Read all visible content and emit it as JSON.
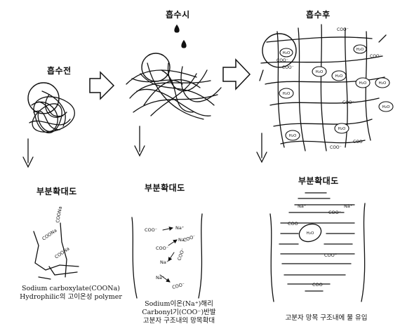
{
  "stages": {
    "before": "흡수전",
    "during": "흡수시",
    "after": "흡수후"
  },
  "detail_label": "부분확대도",
  "captions": {
    "left_line1": "Sodium carboxylate(COONa)",
    "left_line2": "Hydrophilic의 고이온성 polymer",
    "middle_line1": "Sodium이온(Na⁺)해리",
    "middle_line2": "Carbonyl기(COO⁻)반발",
    "middle_line3": "고분자 구조내의 망목확대",
    "right_line1": "고분자 망목 구조내에 물 유입"
  },
  "chem": {
    "coona": "COONa",
    "coo_minus": "COO⁻",
    "na_plus": "Na⁺",
    "h2o": "H₂O"
  }
}
